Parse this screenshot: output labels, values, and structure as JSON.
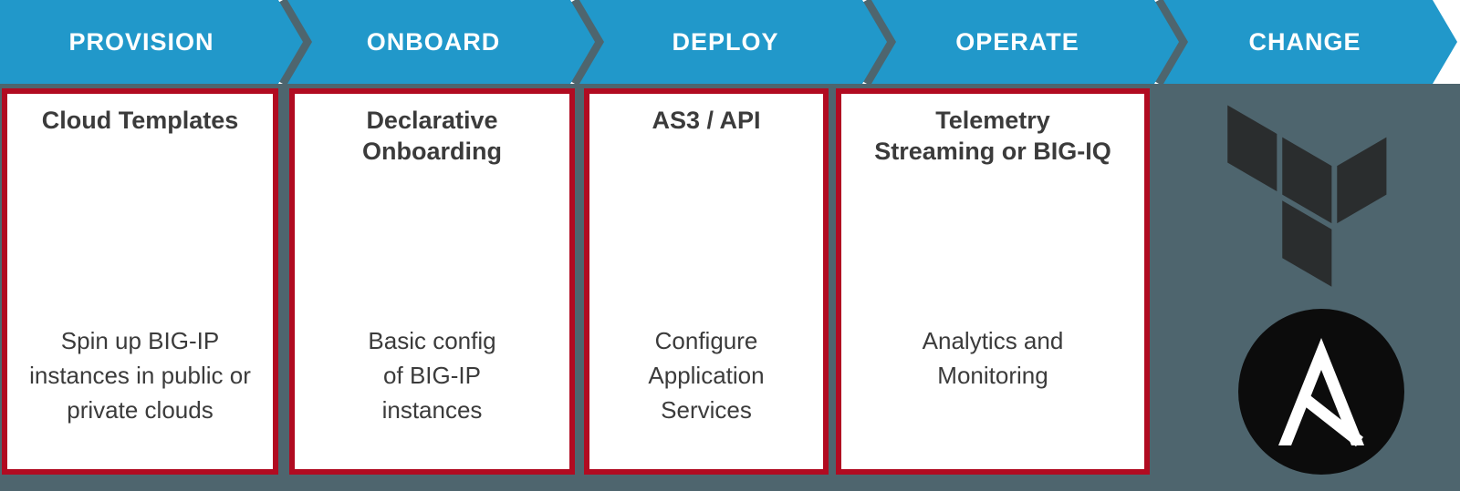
{
  "banner": {
    "steps": [
      {
        "label": "PROVISION"
      },
      {
        "label": "ONBOARD"
      },
      {
        "label": "DEPLOY"
      },
      {
        "label": "OPERATE"
      },
      {
        "label": "CHANGE"
      }
    ]
  },
  "cards": [
    {
      "title": "Cloud Templates",
      "body": "Spin up BIG-IP\ninstances in public or\nprivate clouds"
    },
    {
      "title": "Declarative\nOnboarding",
      "body": "Basic config\nof BIG-IP\ninstances"
    },
    {
      "title": "AS3 / API",
      "body": "Configure\nApplication\nServices"
    },
    {
      "title": "Telemetry\nStreaming or BIG-IQ",
      "body": "Analytics and\nMonitoring"
    }
  ],
  "logos": [
    {
      "name": "terraform-logo"
    },
    {
      "name": "ansible-logo"
    }
  ],
  "colors": {
    "chevron_blue": "#2198ca",
    "slate_gray": "#4e656e",
    "card_border_red": "#b10b21",
    "card_text": "#3b3b3b",
    "terraform_dark": "#2a2d2e",
    "ansible_black": "#0c0c0c",
    "banner_text": "#ffffff"
  }
}
